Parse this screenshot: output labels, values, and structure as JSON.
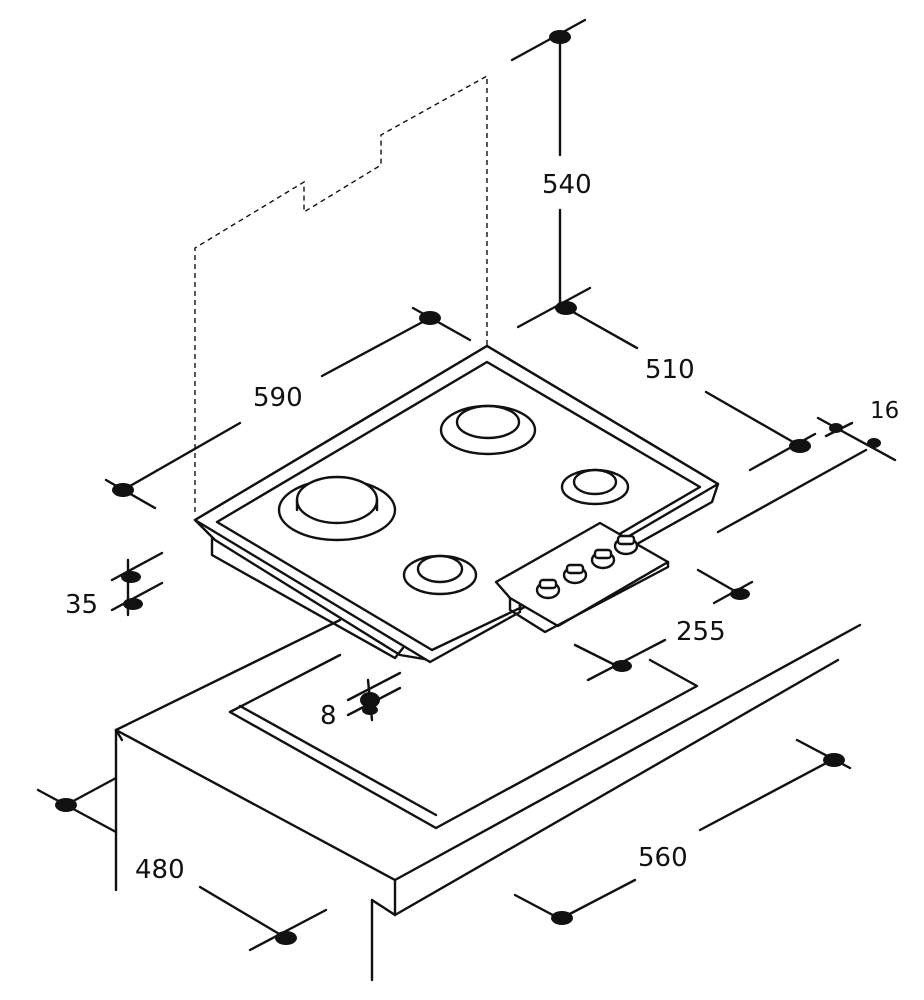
{
  "dimensions": {
    "d540": "540",
    "d590": "590",
    "d510": "510",
    "d16": "16",
    "d35": "35",
    "d255": "255",
    "d8": "8",
    "d480": "480",
    "d560": "560"
  },
  "colors": {
    "line": "#111111",
    "background": "#ffffff"
  }
}
